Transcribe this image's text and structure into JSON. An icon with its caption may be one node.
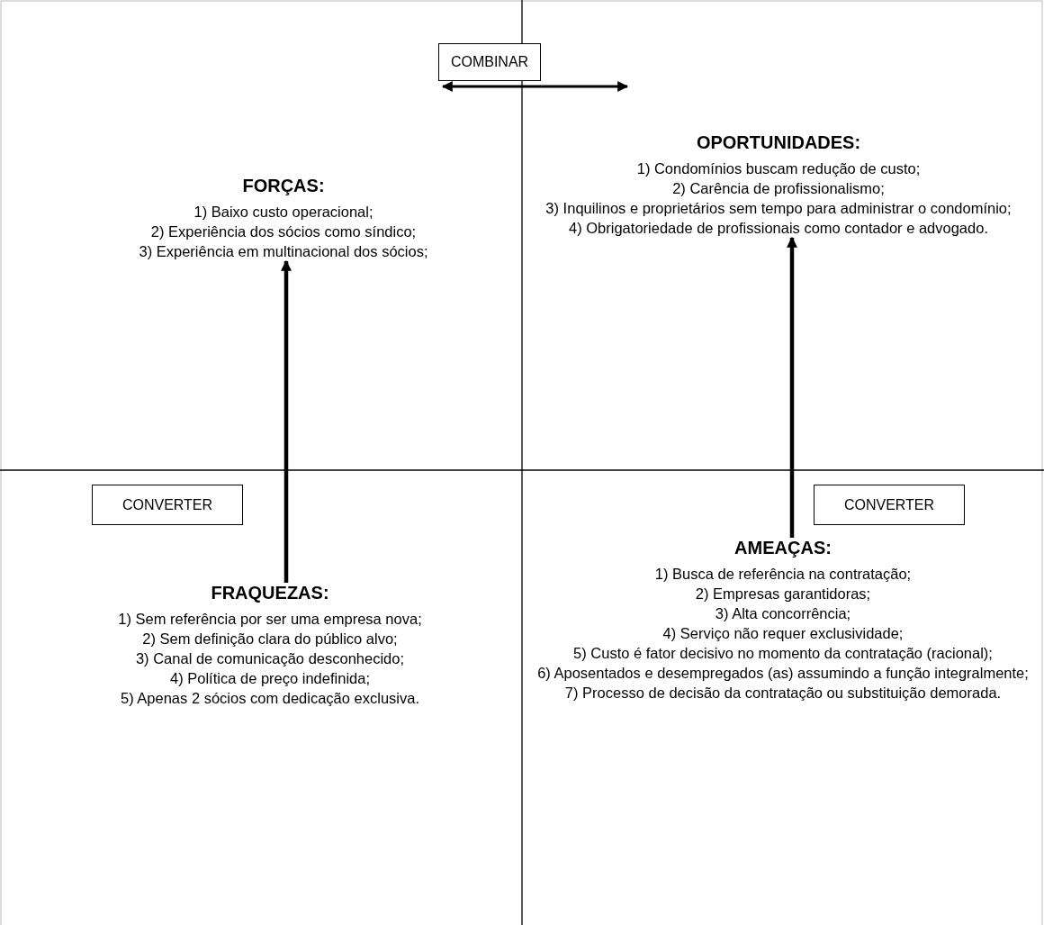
{
  "diagram": {
    "nodes": [
      {
        "text": [
          "COMBINAR"
        ]
      },
      {
        "text": [
          "FORÇAS:",
          "1) Baixo custo operacional;",
          "2) Experiência dos sócios como síndico;",
          "3) Experiência em multinacional dos sócios;"
        ]
      },
      {
        "text": [
          "OPORTUNIDADES:",
          "1) Condomínios buscam redução de custo;",
          "2) Carência de profissionalismo;",
          "3) Inquilinos e proprietários sem tempo para administrar o condomínio;",
          "4) Obrigatoriedade de profissionais como contador e advogado."
        ]
      },
      {
        "text": [
          "CONVERTER"
        ]
      },
      {
        "text": [
          "CONVERTER"
        ]
      },
      {
        "text": [
          "AMEAÇAS:",
          "1) Busca de referência na contratação;",
          "2) Empresas garantidoras;",
          "3) Alta concorrência;",
          "4) Serviço não requer exclusividade;",
          "5) Custo é fator decisivo no momento da contratação (racional);",
          "6) Aposentados e desempregados (as) assumindo a função integralmente;",
          "7) Processo de decisão da contratação ou substituição demorada."
        ]
      },
      {
        "text": [
          "FRAQUEZAS:",
          "1) Sem referência por ser uma empresa nova;",
          "2) Sem definição clara do público alvo;",
          "3) Canal de comunicação desconhecido;",
          "4) Política de preço indefinida;",
          "5) Apenas 2 sócios com dedicação exclusiva."
        ]
      }
    ],
    "edges": [
      {
        "from": 6,
        "to": 1,
        "arrow": "to"
      },
      {
        "from": 5,
        "to": 2,
        "arrow": "to"
      }
    ]
  }
}
